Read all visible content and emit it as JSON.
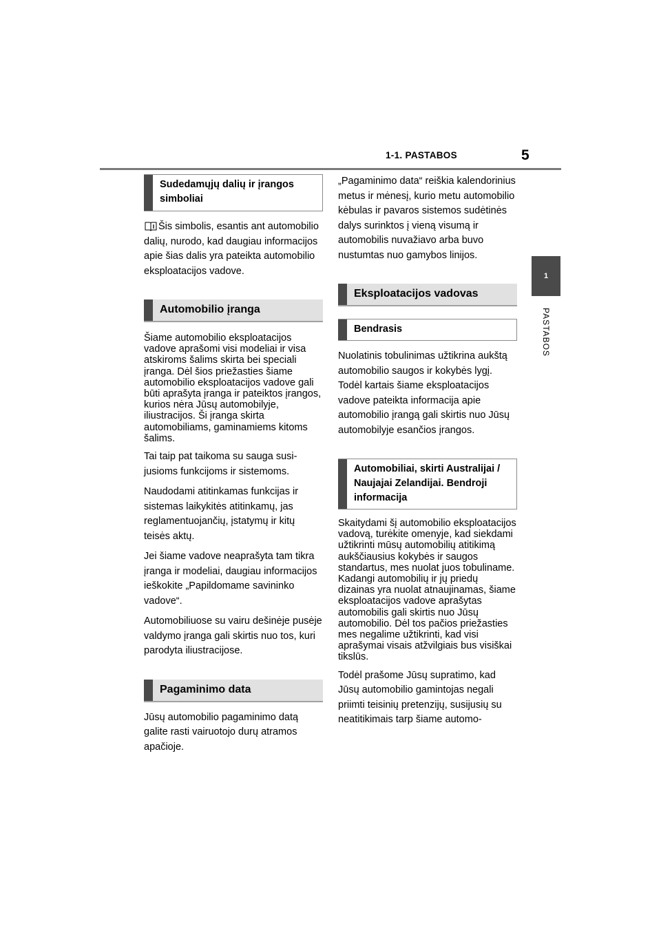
{
  "header": {
    "section_title": "1-1. PASTABOS",
    "page_number": "5"
  },
  "side": {
    "chapter_number": "1",
    "chapter_label": "PASTABOS"
  },
  "left": {
    "symbols_heading": "Sudedamųjų dalių ir įrangos simboliai",
    "symbols_text": "Šis simbolis, esantis ant auto­mobilio dalių, nurodo, kad daugiau informacijos apie šias dalis yra pateikta automobilio eksploatacijos vadove.",
    "equipment_heading": "Automobilio įranga",
    "equipment_p1": "Šiame automobilio eksploatacijos vadove aprašomi visi modeliai ir visa atskiroms šalims skirta bei speciali įranga. Dėl šios priežasties šiame automobilio eksploatacijos vadove gali būti aprašyta įranga ir pateiktos įrangos, kurios nėra Jūsų automobilyje, iliustracijos. Ši įranga skirta automobiliams, gamina­miems kitoms šalims.",
    "equipment_p2": "Tai taip pat taikoma su sauga susi­jusioms funkcijoms ir sistemoms.",
    "equipment_p3": "Naudodami atitinkamas funkcijas ir sistemas laikykitės atitinkamų, jas reglamentuojančių, įstatymų ir kitų teisės aktų.",
    "equipment_p4": "Jei šiame vadove neaprašyta tam tikra įranga ir modeliai, daugiau informacijos ieškokite „Papildo­mame savininko vadove“.",
    "equipment_p5": "Automobiliuose su vairu dešinėje pusėje valdymo įranga gali skirtis nuo tos, kuri parodyta iliustracijose.",
    "production_heading": "Pagaminimo data",
    "production_text": "Jūsų automobilio pagaminimo datą galite rasti vairuotojo durų atramos apačioje."
  },
  "right": {
    "production_meaning": "„Pagaminimo data“ reiškia kalendo­rinius metus ir mėnesį, kurio metu automobilio kėbulas ir pavaros sis­temos sudėtinės dalys surinktos į vieną visumą ir automobilis nuva­žiavo arba buvo nustumtas nuo gamybos linijos.",
    "manual_heading": "Eksploatacijos vadovas",
    "general_heading": "Bendrasis",
    "general_text": "Nuolatinis tobulinimas užtikrina aukštą automobilio saugos ir koky­bės lygį. Todėl kartais šiame eks­ploatacijos vadove pateikta informacija apie automobilio įrangą gali skirtis nuo Jūsų automobilyje esančios įrangos.",
    "australia_heading": "Automobiliai, skirti Australi­jai / Naujajai Zelandijai. Ben­droji informacija",
    "australia_p1": "Skaitydami šį automobilio eksploa­tacijos vadovą, turėkite omenyje, kad siekdami užtikrinti mūsų auto­mobilių atitikimą aukščiausius koky­bės ir saugos standartus, mes nuolat juos tobuliname. Kadangi automobilių ir jų priedų dizainas yra nuolat atnaujinamas, šiame eksplo­atacijos vadove aprašytas automo­bilis gali skirtis nuo Jūsų automobilio. Dėl tos pačios priežas­ties mes negalime užtikrinti, kad visi aprašymai visais atžvilgiais bus visiškai tikslūs.",
    "australia_p2": "Todėl prašome Jūsų supratimo, kad Jūsų automobilio gamintojas negali priimti teisinių pretenzijų, susijusių su neatitikimais tarp šiame automo-"
  },
  "colors": {
    "heading_bar": "#4a4a4a",
    "heading_bg": "#e1e1e1",
    "rule": "#7a7a7a"
  },
  "icons": [
    "book-icon"
  ]
}
